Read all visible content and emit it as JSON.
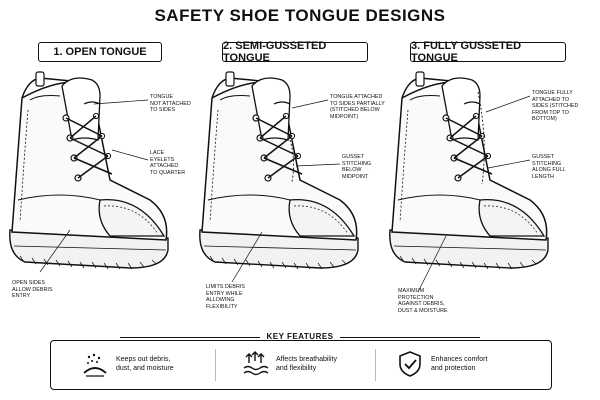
{
  "title": "SAFETY SHOE TONGUE DESIGNS",
  "panels": [
    {
      "heading": "1. OPEN TONGUE",
      "callouts": [
        "TONGUE\nNOT ATTACHED\nTO SIDES",
        "LACE\nEYELETS\nATTACHED\nTO QUARTER",
        "OPEN SIDES\nALLOW DEBRIS\nENTRY"
      ]
    },
    {
      "heading": "2. SEMI-GUSSETED TONGUE",
      "callouts": [
        "TONGUE ATTACHED\nTO SIDES PARTIALLY\n(STITCHED BELOW\nMIDPOINT)",
        "GUSSET\nSTITCHING\nBELOW\nMIDPOINT",
        "LIMITS DEBRIS\nENTRY WHILE\nALLOWING\nFLEXIBILITY"
      ]
    },
    {
      "heading": "3. FULLY GUSSETED TONGUE",
      "callouts": [
        "TONGUE FULLY\nATTACHED TO\nSIDES (STITCHED\nFROM TOP TO\nBOTTOM)",
        "GUSSET\nSTITCHING\nALONG FULL\nLENGTH",
        "MAXIMUM\nPROTECTION\nAGAINST DEBRIS,\nDUST & MOISTURE"
      ]
    }
  ],
  "key_features": {
    "title": "KEY FEATURES",
    "items": [
      {
        "icon": "debris-shield-icon",
        "text": "Keeps out debris,\ndust, and moisture"
      },
      {
        "icon": "breathability-icon",
        "text": "Affects breathability\nand flexibility"
      },
      {
        "icon": "shield-check-icon",
        "text": "Enhances comfort\nand protection"
      }
    ]
  }
}
